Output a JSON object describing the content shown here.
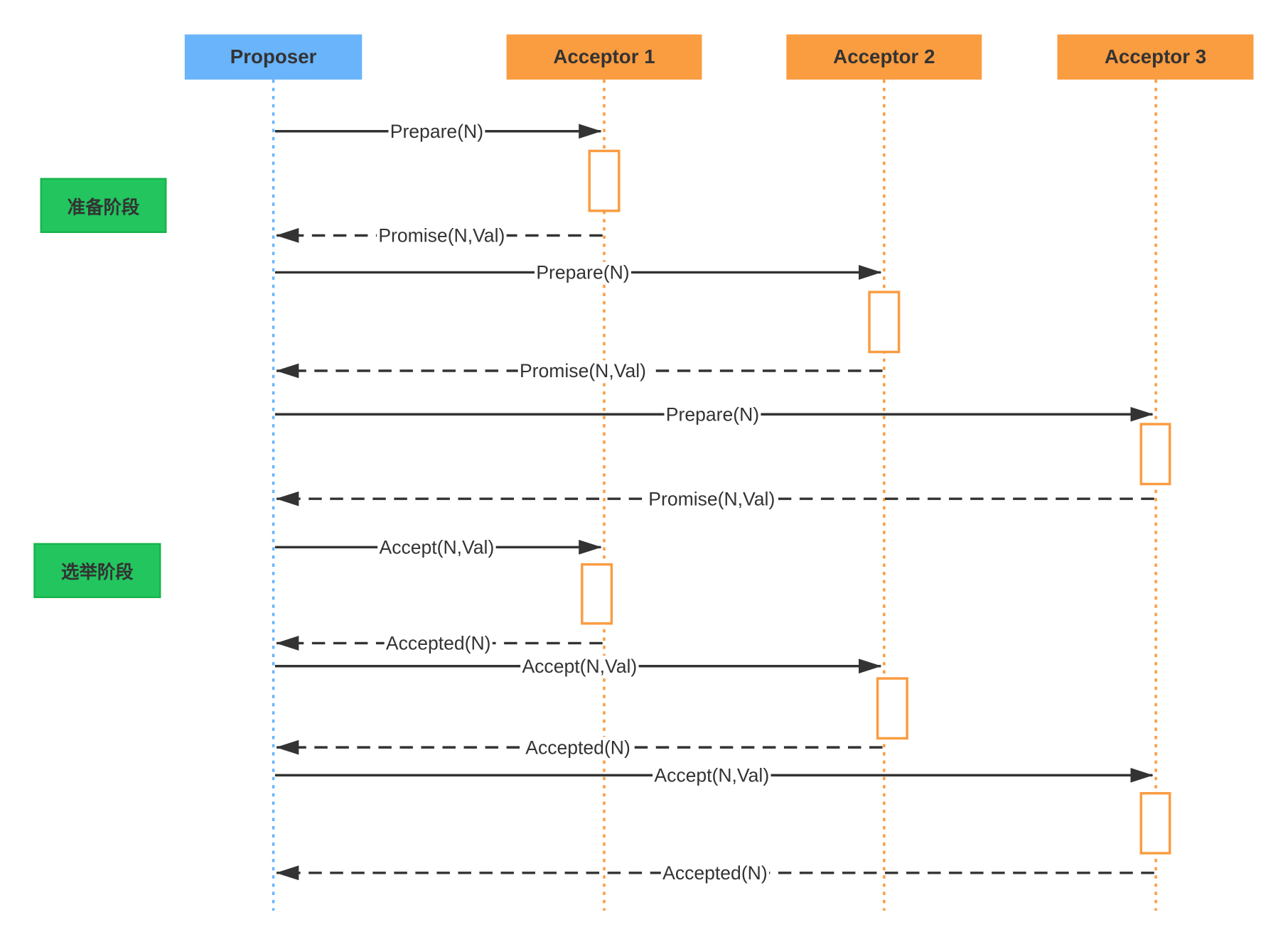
{
  "colors": {
    "proposer": "#6ab4fb",
    "acceptor": "#fa9c40",
    "phase": "#22c55e",
    "line": "#333333"
  },
  "participants": [
    {
      "id": "proposer",
      "label": "Proposer"
    },
    {
      "id": "acceptor1",
      "label": "Acceptor 1"
    },
    {
      "id": "acceptor2",
      "label": "Acceptor 2"
    },
    {
      "id": "acceptor3",
      "label": "Acceptor 3"
    }
  ],
  "phases": [
    {
      "label": "准备阶段"
    },
    {
      "label": "选举阶段"
    }
  ],
  "messages": [
    {
      "from": "proposer",
      "to": "acceptor1",
      "label": "Prepare(N)",
      "style": "solid"
    },
    {
      "from": "acceptor1",
      "to": "proposer",
      "label": "Promise(N,Val)",
      "style": "dashed"
    },
    {
      "from": "proposer",
      "to": "acceptor2",
      "label": "Prepare(N)",
      "style": "solid"
    },
    {
      "from": "acceptor2",
      "to": "proposer",
      "label": "Promise(N,Val)",
      "style": "dashed"
    },
    {
      "from": "proposer",
      "to": "acceptor3",
      "label": "Prepare(N)",
      "style": "solid"
    },
    {
      "from": "acceptor3",
      "to": "proposer",
      "label": "Promise(N,Val)",
      "style": "dashed"
    },
    {
      "from": "proposer",
      "to": "acceptor1",
      "label": "Accept(N,Val)",
      "style": "solid"
    },
    {
      "from": "acceptor1",
      "to": "proposer",
      "label": "Accepted(N)",
      "style": "dashed"
    },
    {
      "from": "proposer",
      "to": "acceptor2",
      "label": "Accept(N,Val)",
      "style": "solid"
    },
    {
      "from": "acceptor2",
      "to": "proposer",
      "label": "Accepted(N)",
      "style": "dashed"
    },
    {
      "from": "proposer",
      "to": "acceptor3",
      "label": "Accept(N,Val)",
      "style": "solid"
    },
    {
      "from": "acceptor3",
      "to": "proposer",
      "label": "Accepted(N)",
      "style": "dashed"
    }
  ]
}
